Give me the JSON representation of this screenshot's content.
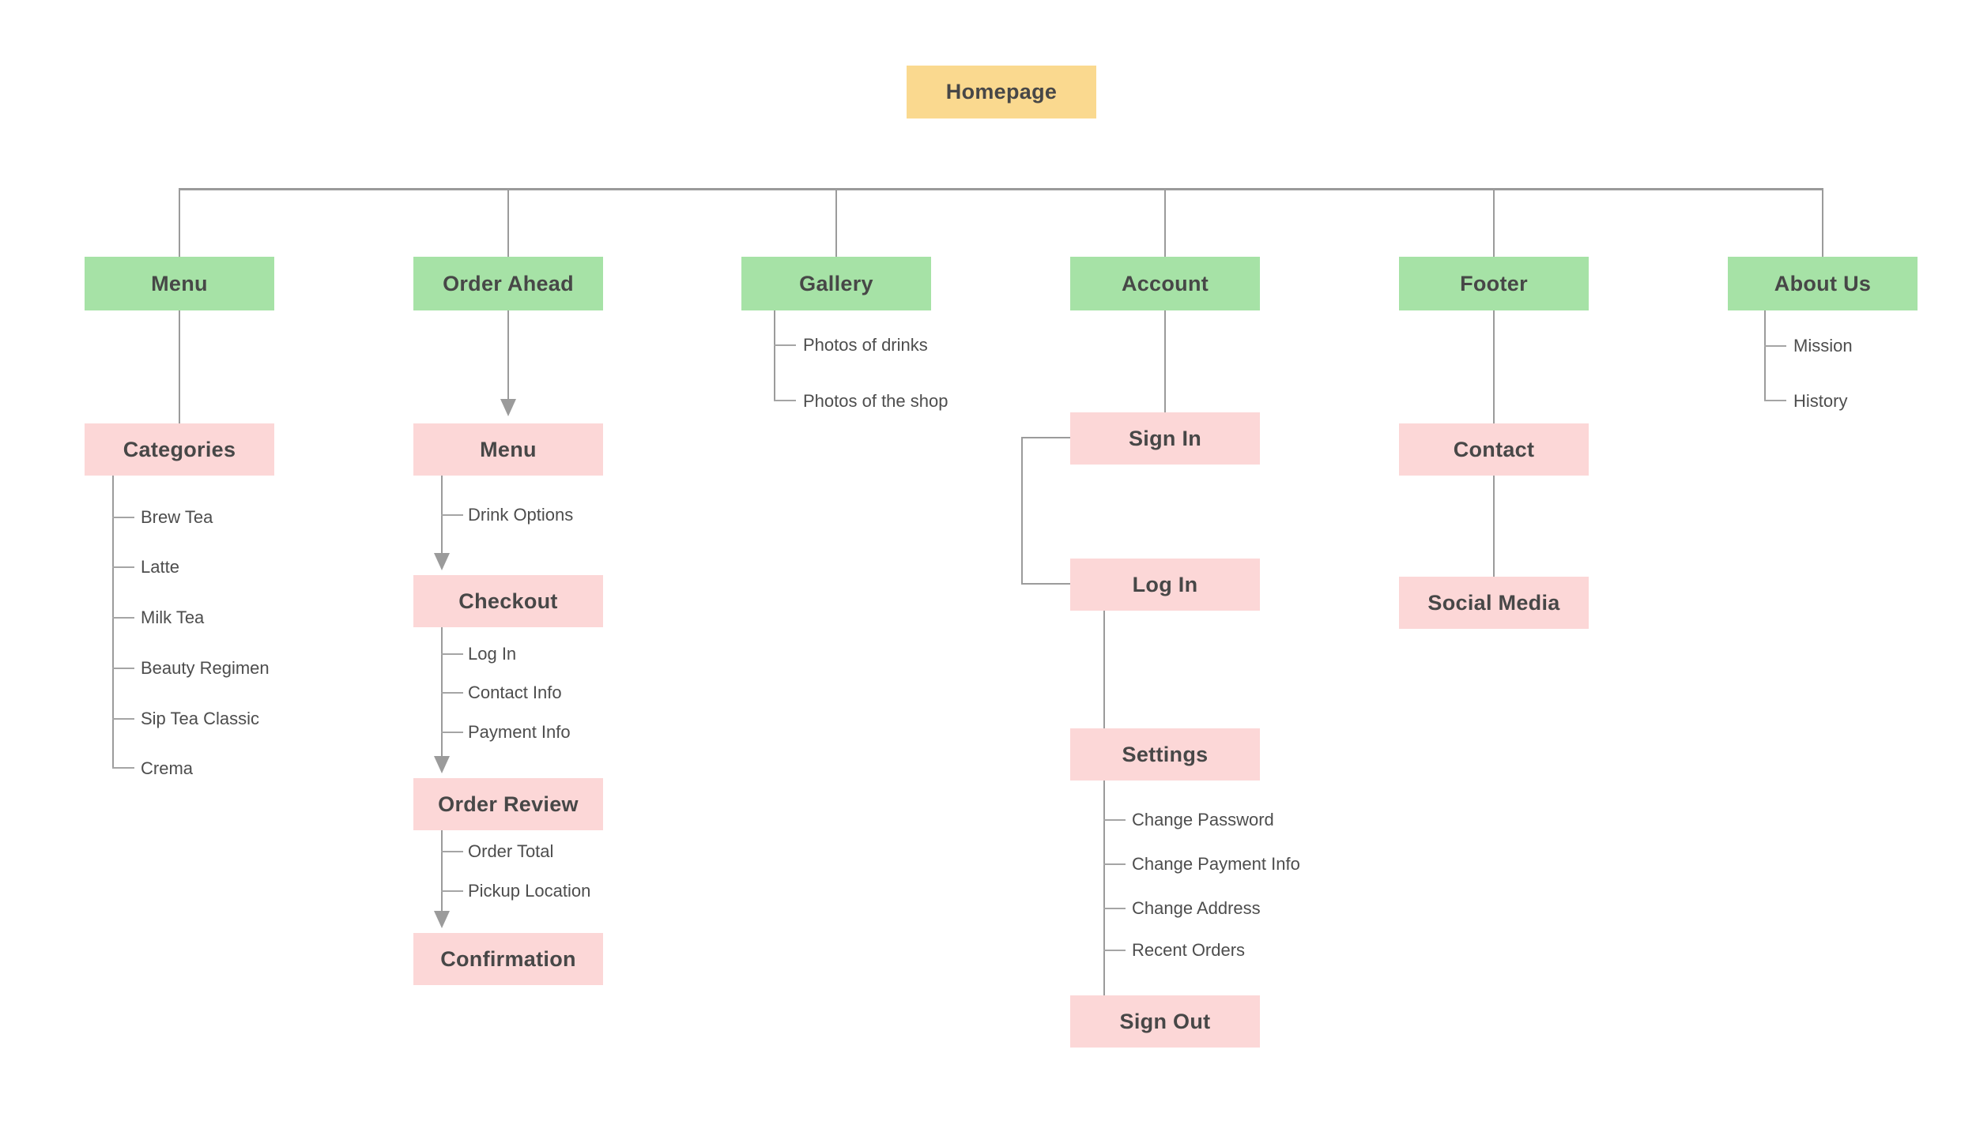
{
  "diagram": {
    "root": {
      "label": "Homepage"
    },
    "sections": [
      {
        "label": "Menu",
        "pages": [
          {
            "label": "Categories",
            "items": [
              "Brew Tea",
              "Latte",
              "Milk Tea",
              "Beauty Regimen",
              "Sip Tea Classic",
              "Crema"
            ]
          }
        ]
      },
      {
        "label": "Order Ahead",
        "pages": [
          {
            "label": "Menu",
            "items": [
              "Drink Options"
            ]
          },
          {
            "label": "Checkout",
            "items": [
              "Log In",
              "Contact Info",
              "Payment Info"
            ]
          },
          {
            "label": "Order Review",
            "items": [
              "Order Total",
              "Pickup Location"
            ]
          },
          {
            "label": "Confirmation",
            "items": []
          }
        ]
      },
      {
        "label": "Gallery",
        "items": [
          "Photos of drinks",
          "Photos of the shop"
        ]
      },
      {
        "label": "Account",
        "pages": [
          {
            "label": "Sign In"
          },
          {
            "label": "Log In"
          },
          {
            "label": "Settings",
            "items": [
              "Change Password",
              "Change Payment Info",
              "Change Address",
              "Recent Orders"
            ]
          },
          {
            "label": "Sign Out"
          }
        ]
      },
      {
        "label": "Footer",
        "pages": [
          {
            "label": "Contact"
          },
          {
            "label": "Social Media"
          }
        ]
      },
      {
        "label": "About Us",
        "items": [
          "Mission",
          "History"
        ]
      }
    ],
    "colors": {
      "root_fill": "#fad98f",
      "section_fill": "#a6e2a6",
      "page_fill": "#fcd7d7",
      "connector": "#9b9b9b",
      "text": "#474747"
    }
  }
}
